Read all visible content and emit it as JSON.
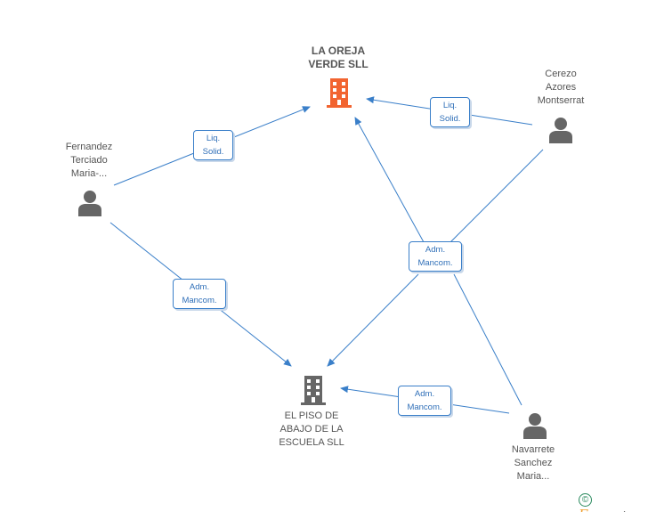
{
  "nodes": {
    "la_oreja": {
      "name_line1": "LA OREJA",
      "name_line2": "VERDE SLL",
      "color": "#f26430"
    },
    "el_piso": {
      "name_line1": "EL PISO DE",
      "name_line2": "ABAJO DE LA",
      "name_line3": "ESCUELA SLL",
      "color": "#666666"
    },
    "fernandez": {
      "name_line1": "Fernandez",
      "name_line2": "Terciado",
      "name_line3": "Maria-..."
    },
    "cerezo": {
      "name_line1": "Cerezo",
      "name_line2": "Azores",
      "name_line3": "Montserrat"
    },
    "navarrete": {
      "name_line1": "Navarrete",
      "name_line2": "Sanchez",
      "name_line3": "Maria..."
    }
  },
  "edges": {
    "fernandez_liq": {
      "line1": "Liq.",
      "line2": "Solid."
    },
    "cerezo_liq": {
      "line1": "Liq.",
      "line2": "Solid."
    },
    "fernandez_adm": {
      "line1": "Adm.",
      "line2": "Mancom."
    },
    "center_adm": {
      "line1": "Adm.",
      "line2": "Mancom."
    },
    "navarrete_adm": {
      "line1": "Adm.",
      "line2": "Mancom."
    }
  },
  "colors": {
    "edge": "#3a7fc9",
    "person": "#666666",
    "company_main": "#f26430",
    "company_other": "#666666"
  },
  "footer": {
    "copyright_symbol": "©",
    "brand_first": "E",
    "brand_rest": "mpresia"
  }
}
